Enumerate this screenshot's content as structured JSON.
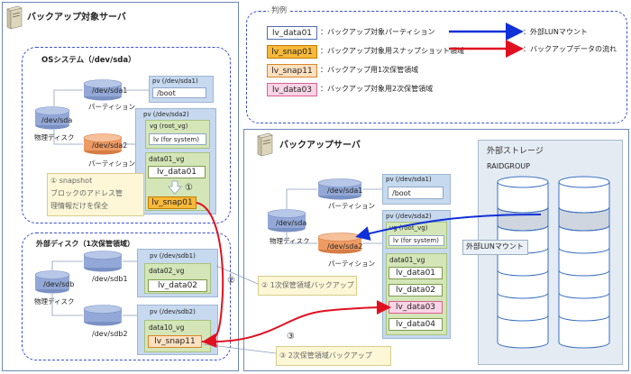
{
  "backup_target_server": {
    "title": "バックアップ対象サーバ",
    "os_group": {
      "title": "OSシステム（/dev/sda）",
      "pv_sda1": "pv (/dev/sda1)",
      "boot": "/boot",
      "disk": "/dev/sda",
      "disk_label": "物理ディスク",
      "part1": "/dev/sda1",
      "part1_label": "パーティション",
      "part2": "/dev/sda2",
      "part2_label": "パーティション",
      "pv_sda2": "pv (/dev/sda2)",
      "vg_root": "vg (root_vg)",
      "lv_system": "lv (for system)",
      "data01_vg": "data01_vg",
      "lv_data01": "lv_data01",
      "step1": "①",
      "lv_snap01": "lv_snap01"
    },
    "snapshot_note": {
      "line1": "① snapshot",
      "line2": "ブロックのアドレス管",
      "line3": "理情報だけを保全"
    },
    "ext_group": {
      "title": "外部ディスク（1次保管領域）",
      "disk": "/dev/sdb",
      "disk_label": "物理ディスク",
      "part1": "/dev/sdb1",
      "part2": "/dev/sdb2",
      "pv_sdb1": "pv (/dev/sdb1)",
      "data02_vg": "data02_vg",
      "lv_data02": "lv_data02",
      "pv_sdb2": "pv (/dev/sdb2)",
      "data10_vg": "data10_vg",
      "lv_snap11": "lv_snap11"
    }
  },
  "legend": {
    "title": "判例",
    "items": [
      {
        "tag": "lv_data01",
        "desc": "：バックアップ対象パーティション"
      },
      {
        "tag": "lv_snap01",
        "desc": "：バックアップ対象用スナップショット領域"
      },
      {
        "tag": "lv_snap11",
        "desc": "：バックアップ用1次保管領域"
      },
      {
        "tag": "lv_data03",
        "desc": "：バックアップ対象用2次保管領域"
      }
    ],
    "arrow_blue": "：外部LUNマウント",
    "arrow_red": "：バックアップデータの流れ"
  },
  "backup_server": {
    "title": "バックアップサーバ",
    "disk": "/dev/sda",
    "disk_label": "物理ディスク",
    "part1": "/dev/sda1",
    "part1_label": "パーティション",
    "part2": "/dev/sda2",
    "part2_label": "パーティション",
    "pv_sda1": "pv (/dev/sda1)",
    "boot": "/boot",
    "pv_sda2": "pv (/dev/sda2)",
    "vg_root": "vg (root_vg)",
    "lv_system": "lv (for system)",
    "data01_vg": "data01_vg",
    "lv_data01": "lv_data01",
    "lv_data02": "lv_data02",
    "lv_data03": "lv_data03",
    "lv_data04": "lv_data04",
    "external_storage": "外部ストレージ",
    "raidgroup": "RAIDGROUP",
    "lun_mount": "外部LUNマウント"
  },
  "notes": {
    "step2_num": "②",
    "step2": "② 1次保管領域バックアップ",
    "step3_num": "③",
    "step3": "③ 2次保管領域バックアップ"
  },
  "colors": {
    "blue_arrow": "#1030d8",
    "red_arrow": "#e01020"
  }
}
